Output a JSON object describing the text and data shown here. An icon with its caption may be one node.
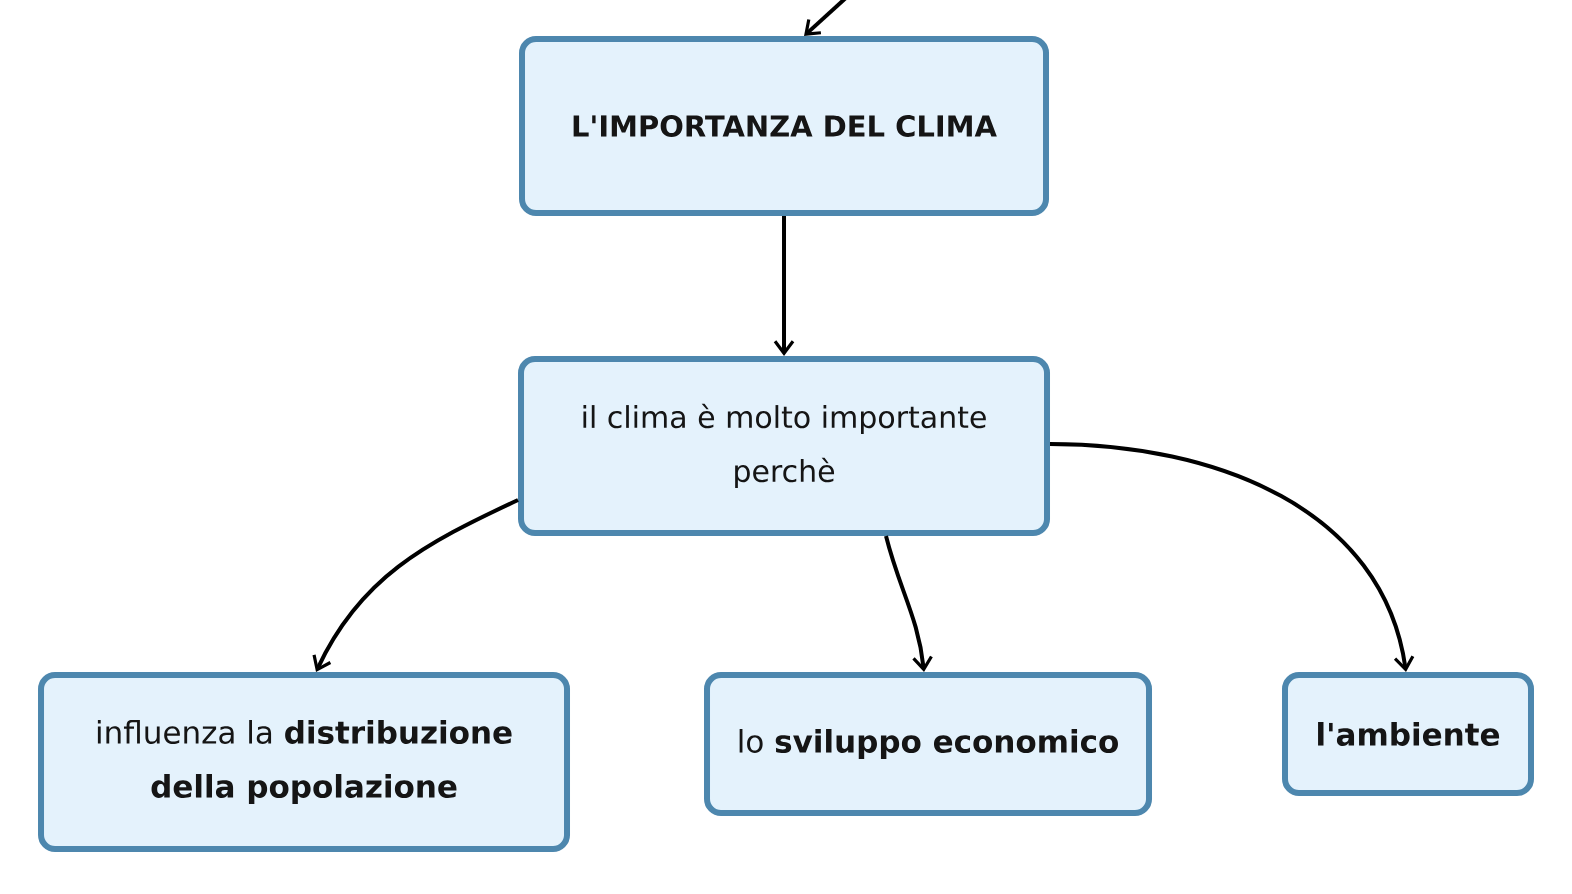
{
  "diagram": {
    "nodes": [
      {
        "text": [
          "L'IMPORTANZA DEL CLIMA"
        ]
      },
      {
        "text": [
          "il clima è molto importante perchè"
        ]
      },
      {
        "text": [
          "influenza la **distribuzione della popolazione**"
        ]
      },
      {
        "text": [
          "lo **sviluppo economico**"
        ]
      },
      {
        "text": [
          "l'ambiente"
        ]
      }
    ],
    "edges": [
      {
        "from": null,
        "to": 0,
        "arrow": "to"
      },
      {
        "from": 0,
        "to": 1,
        "arrow": "to"
      },
      {
        "from": 1,
        "to": 2,
        "arrow": "to"
      },
      {
        "from": 1,
        "to": 3,
        "arrow": "to"
      },
      {
        "from": 1,
        "to": 4,
        "arrow": "to"
      }
    ]
  }
}
